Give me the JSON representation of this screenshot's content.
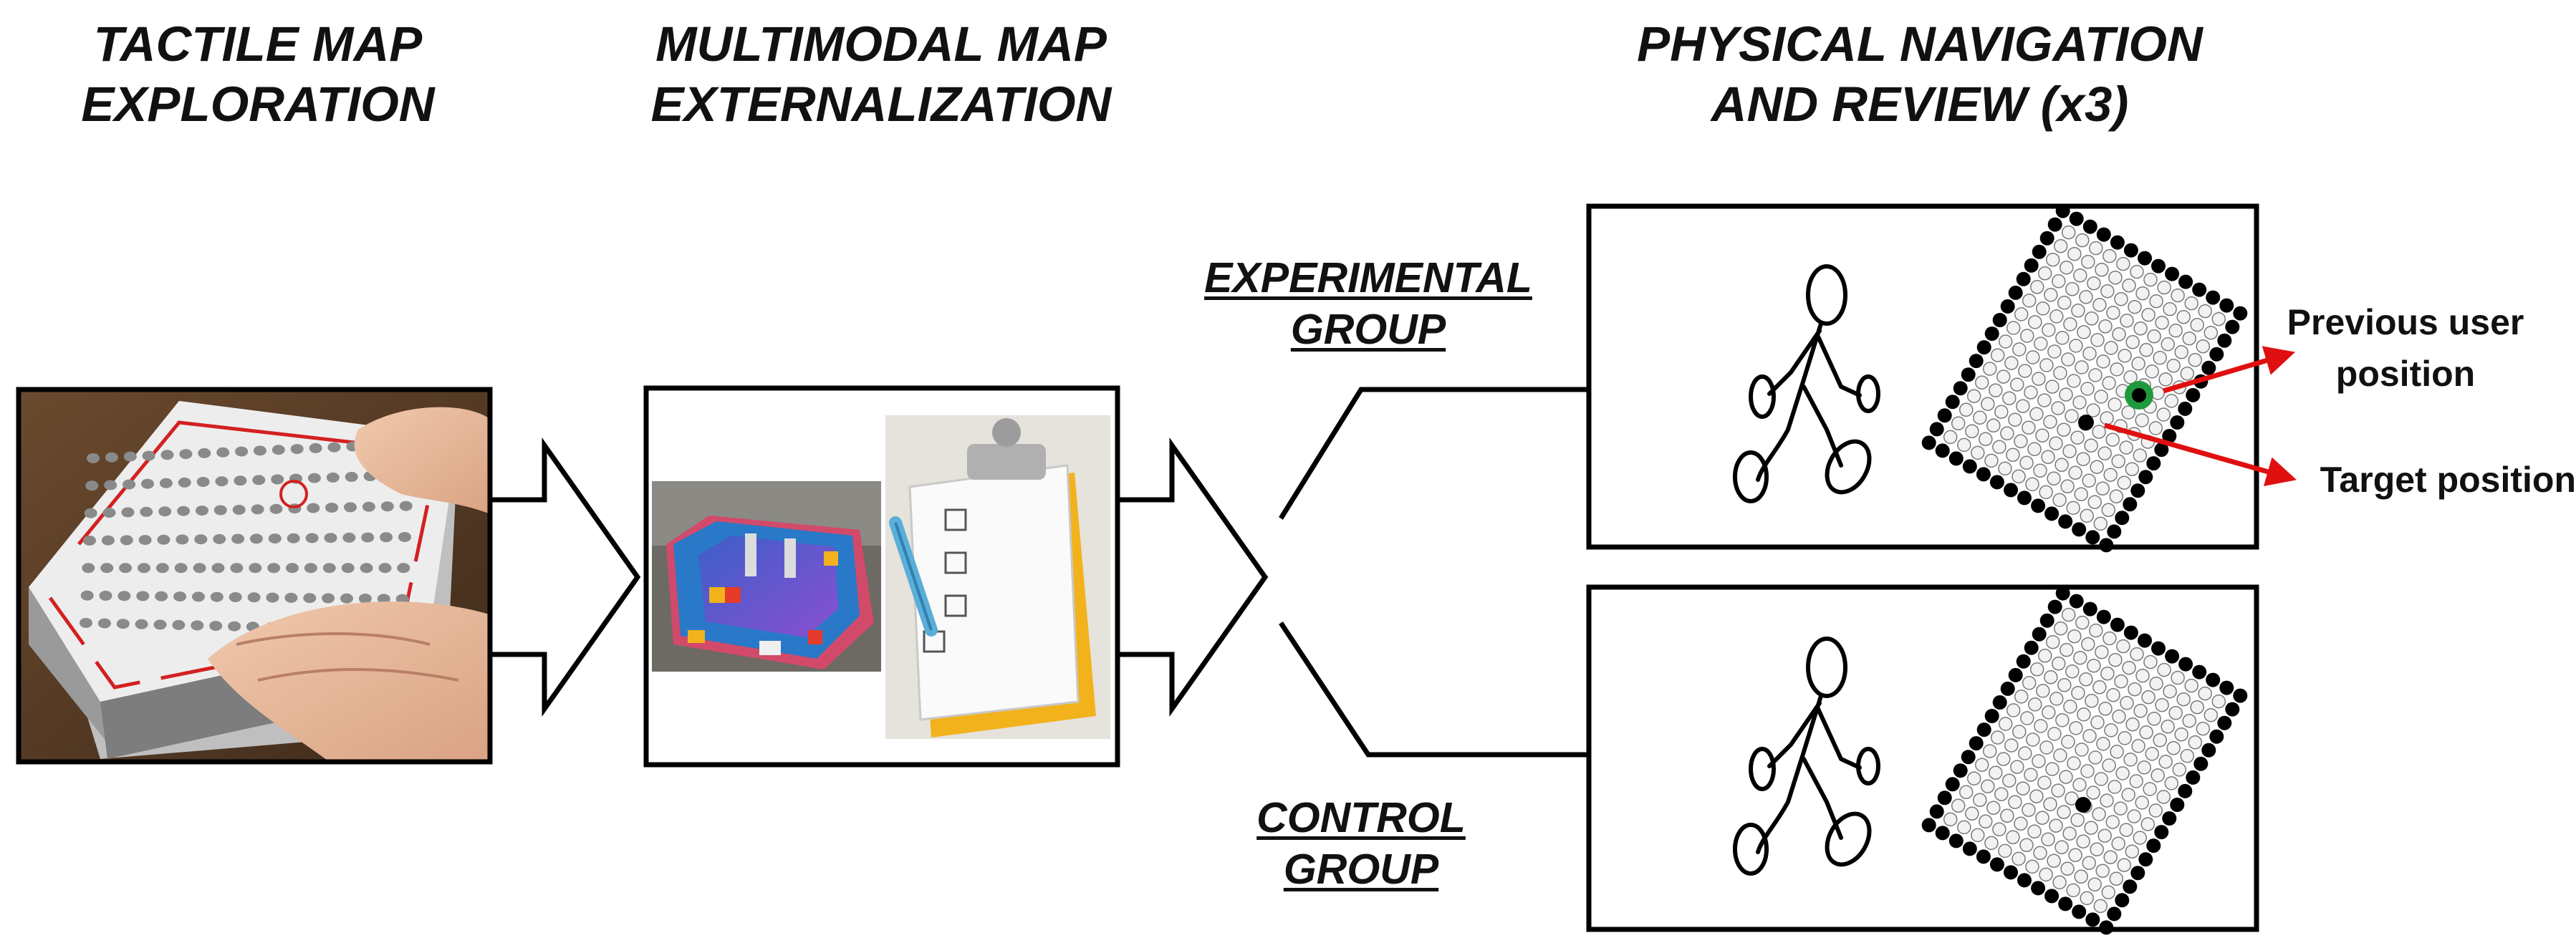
{
  "headers": {
    "step1": "TACTILE MAP\nEXPLORATION",
    "step2": "MULTIMODAL MAP\nEXTERNALIZATION",
    "step3": "PHYSICAL NAVIGATION\nAND REVIEW (x3)"
  },
  "groups": {
    "experimental": "EXPERIMENTAL\nGROUP",
    "control": "CONTROL\nGROUP"
  },
  "annotations": {
    "previous": "Previous user\nposition",
    "target": "Target position"
  },
  "colors": {
    "marker_green": "#1e9a3c",
    "arrow_red": "#e01010",
    "tactile_red": "#d42020",
    "clipboard_yellow": "#f2b21c",
    "model_blue": "#2a78c8"
  },
  "icons": {
    "walker": "walking-person-icon",
    "clipboard": "clipboard-checklist-icon"
  }
}
